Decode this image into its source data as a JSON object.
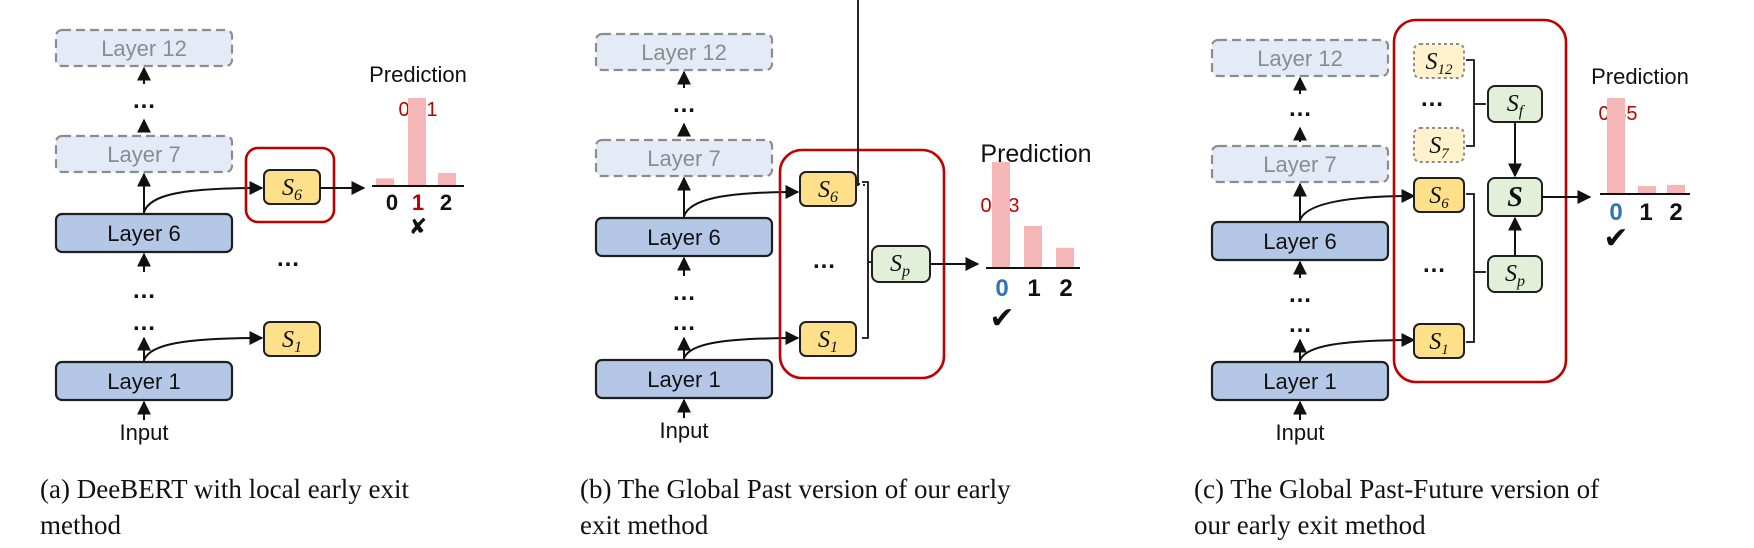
{
  "panels": [
    {
      "layer_top": "Layer 12",
      "layer_mid": "Layer 7",
      "layer_6": "Layer 6",
      "layer_1": "Layer 1",
      "input": "Input",
      "dots": "…",
      "s6_base": "S",
      "s6_sub": "6",
      "s1_base": "S",
      "s1_sub": "1",
      "prediction": "Prediction",
      "value": "0.81",
      "classes": [
        "0",
        "1",
        "2"
      ],
      "mark": "✘",
      "caption_line1": "(a)  DeeBERT with local early exit",
      "caption_line2": "method"
    },
    {
      "layer_top": "Layer 12",
      "layer_mid": "Layer 7",
      "layer_6": "Layer 6",
      "layer_1": "Layer 1",
      "input": "Input",
      "dots": "…",
      "s6_base": "S",
      "s6_sub": "6",
      "s1_base": "S",
      "s1_sub": "1",
      "sp_base": "S",
      "sp_sub": "p",
      "prediction": "Prediction",
      "value": "0.63",
      "classes": [
        "0",
        "1",
        "2"
      ],
      "mark": "✔",
      "caption_line1": "(b)  The Global Past version of our early",
      "caption_line2": "exit method"
    },
    {
      "layer_top": "Layer 12",
      "layer_mid": "Layer 7",
      "layer_6": "Layer 6",
      "layer_1": "Layer 1",
      "input": "Input",
      "dots": "…",
      "s12_base": "S",
      "s12_sub": "12",
      "s7_base": "S",
      "s7_sub": "7",
      "s6_base": "S",
      "s6_sub": "6",
      "s1_base": "S",
      "s1_sub": "1",
      "sf_base": "S",
      "sf_sub": "f",
      "s_center": "S",
      "sp_base": "S",
      "sp_sub": "p",
      "prediction": "Prediction",
      "value": "0.85",
      "classes": [
        "0",
        "1",
        "2"
      ],
      "mark": "✔",
      "caption_line1": "(c)  The Global Past-Future version of",
      "caption_line2": "our early exit method"
    }
  ],
  "bars": [
    [
      0.07,
      0.81,
      0.12
    ],
    [
      0.63,
      0.25,
      0.12
    ],
    [
      0.85,
      0.07,
      0.08
    ]
  ]
}
